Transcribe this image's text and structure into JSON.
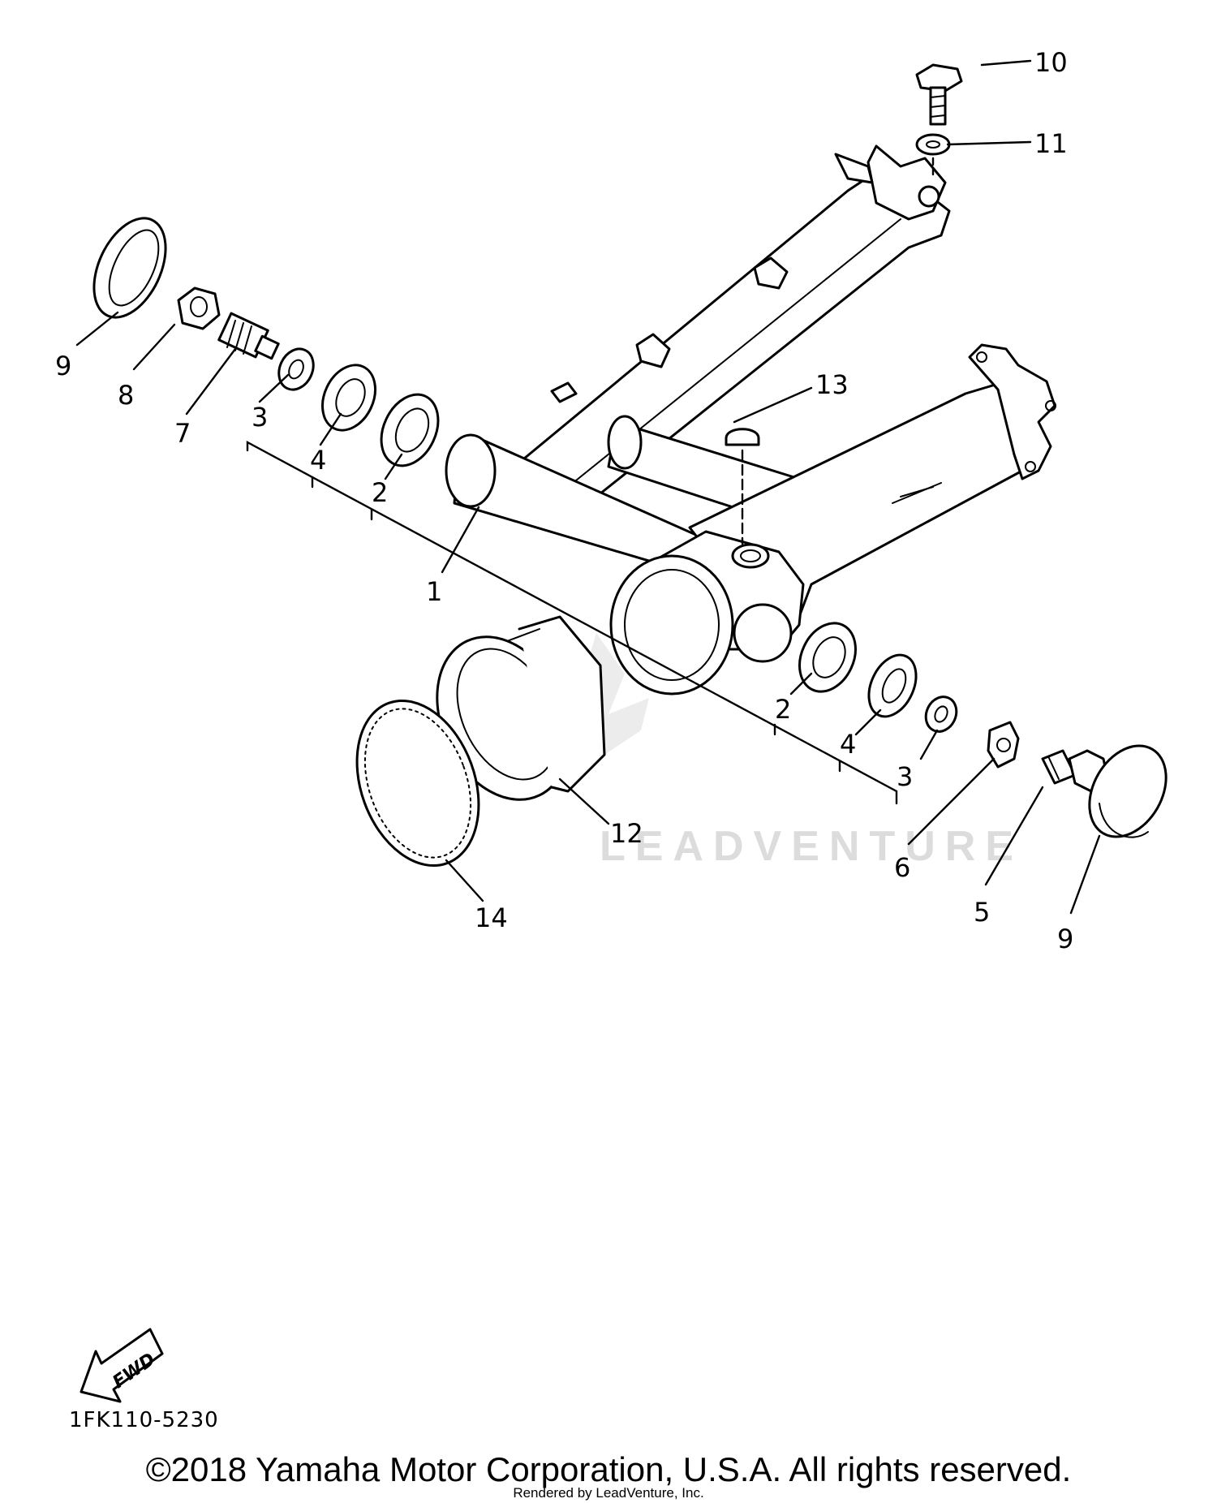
{
  "watermark": "LEADVENTURE",
  "diagram_code": "1FK110-5230",
  "fwd_label": "FWD",
  "copyright": "©2018 Yamaha Motor Corporation, U.S.A. All rights reserved.",
  "rendered_by": "Rendered by LeadVenture, Inc.",
  "callouts": {
    "c1": "1",
    "c2a": "2",
    "c2b": "2",
    "c3a": "3",
    "c3b": "3",
    "c4a": "4",
    "c4b": "4",
    "c5": "5",
    "c6": "6",
    "c7": "7",
    "c8": "8",
    "c9a": "9",
    "c9b": "9",
    "c10": "10",
    "c11": "11",
    "c12": "12",
    "c13": "13",
    "c14": "14"
  }
}
